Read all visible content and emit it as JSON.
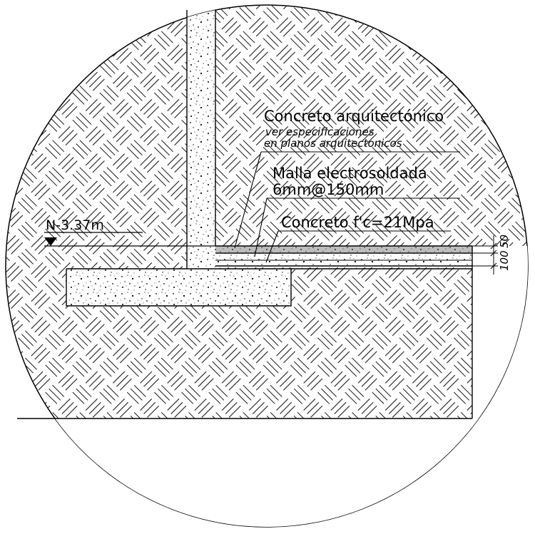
{
  "labels": {
    "finish_title": "Concreto arquitectónico",
    "finish_note_1": "ver especificaciones",
    "finish_note_2": "en planos arquitectonicos",
    "mesh_title": "Malla electrosoldada",
    "mesh_spec": "6mm@150mm",
    "slab_concrete": "Concreto f'c=21Mpa",
    "level": "N-3.37m",
    "dim_top": "50",
    "dim_bottom": "100"
  },
  "colors": {
    "line": "#000000",
    "background": "#ffffff",
    "hatch": "#1a1a1a",
    "finish_layer": "#bdbdbd"
  },
  "hatch_style": "herringbone soil pattern",
  "concrete_style": "stippled dots"
}
